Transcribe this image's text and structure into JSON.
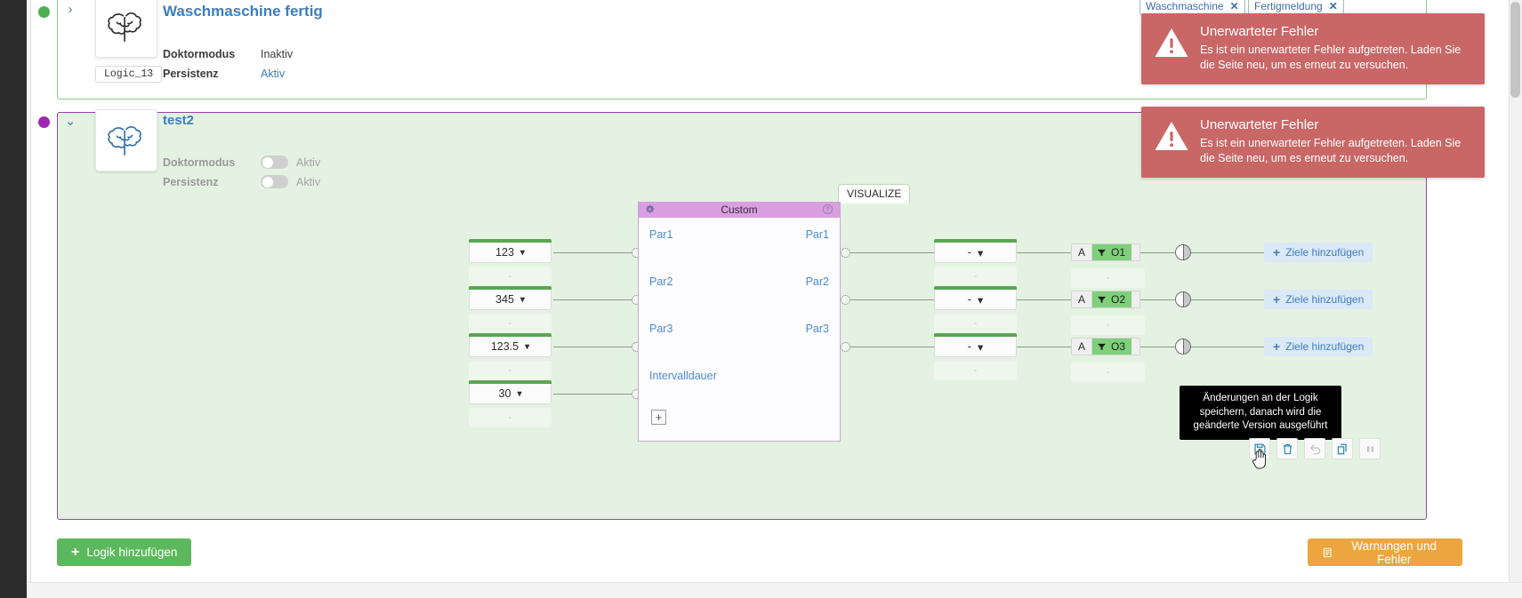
{
  "logic_cards": [
    {
      "title": "Waschmaschine fertig",
      "chip": "Logic_13",
      "status_color": "#4caf50",
      "expanded": false,
      "doctor_label": "Doktormodus",
      "doctor_value": "Inaktiv",
      "persistence_label": "Persistenz",
      "persistence_value": "Aktiv",
      "brain_icon": "brain-icon",
      "chevron": "chevron-right-icon"
    },
    {
      "title": "test2",
      "status_color": "#9c27b0",
      "expanded": true,
      "doctor_label": "Doktormodus",
      "doctor_value": "Aktiv",
      "persistence_label": "Persistenz",
      "persistence_value": "Aktiv",
      "brain_icon": "brain-icon",
      "chevron": "chevron-down-icon"
    }
  ],
  "tags": [
    {
      "label": "Waschmaschine",
      "close": "✕"
    },
    {
      "label": "Fertigmeldung",
      "close": "✕"
    }
  ],
  "toasts": [
    {
      "title": "Unerwarteter Fehler",
      "message": "Es ist ein unerwarteter Fehler aufgetreten. Laden Sie die Seite neu, um es erneut zu versuchen.",
      "icon": "warning-triangle-icon",
      "color": "#c96767"
    },
    {
      "title": "Unerwarteter Fehler",
      "message": "Es ist ein unerwarteter Fehler aufgetreten. Laden Sie die Seite neu, um es erneut zu versuchen.",
      "icon": "warning-triangle-icon",
      "color": "#c96767"
    }
  ],
  "flow": {
    "visualize_tab": "VISUALIZE",
    "custom_block": {
      "title": "Custom",
      "gear_icon": "gear-icon",
      "help_icon": "question-circle-icon",
      "add_icon": "plus-square-icon",
      "header_color": "#d99fe0",
      "inputs": [
        "Par1",
        "Par2",
        "Par3",
        "Intervalldauer"
      ],
      "outputs": [
        "Par1",
        "Par2",
        "Par3"
      ]
    },
    "input_nodes": [
      {
        "value": "123",
        "sub": "-",
        "chevron": "chevron-down-icon"
      },
      {
        "value": "345",
        "sub": "-",
        "chevron": "chevron-down-icon"
      },
      {
        "value": "123.5",
        "sub": "-",
        "chevron": "chevron-down-icon"
      },
      {
        "value": "30",
        "sub": "-",
        "chevron": "chevron-down-icon"
      }
    ],
    "operator_nodes": [
      {
        "value": "-",
        "sub": "-",
        "chevron": "chevron-down-icon"
      },
      {
        "value": "-",
        "sub": "-",
        "chevron": "chevron-down-icon"
      },
      {
        "value": "-",
        "sub": "-",
        "chevron": "chevron-down-icon"
      }
    ],
    "output_badges": [
      {
        "letter": "A",
        "name": "O1",
        "sub": "-",
        "icon": "funnel-icon",
        "color": "#7ed07a"
      },
      {
        "letter": "A",
        "name": "O2",
        "sub": "-",
        "icon": "funnel-icon",
        "color": "#7ed07a"
      },
      {
        "letter": "A",
        "name": "O3",
        "sub": "-",
        "icon": "funnel-icon",
        "color": "#7ed07a"
      }
    ],
    "contrast_toggles": [
      "contrast-half-circle-icon",
      "contrast-half-circle-icon",
      "contrast-half-circle-icon"
    ],
    "add_target_buttons": [
      {
        "label": "Ziele hinzufügen",
        "plus": "+"
      },
      {
        "label": "Ziele hinzufügen",
        "plus": "+"
      },
      {
        "label": "Ziele hinzufügen",
        "plus": "+"
      }
    ]
  },
  "tooltip": {
    "text": "Änderungen an der Logik speichern, danach wird die geänderte Version ausgeführt"
  },
  "toolbar_icons": [
    {
      "name": "save-icon",
      "state": "enabled"
    },
    {
      "name": "trash-icon",
      "state": "enabled"
    },
    {
      "name": "undo-icon",
      "state": "disabled"
    },
    {
      "name": "copy-icon",
      "state": "enabled"
    },
    {
      "name": "pause-icon",
      "state": "disabled"
    }
  ],
  "footer": {
    "add_logic_label": "Logik hinzufügen",
    "add_logic_plus": "+",
    "add_logic_color": "#5cb85c",
    "warnings_label": "Warnungen und Fehler",
    "warnings_icon": "list-document-icon",
    "warnings_color": "#eda63f"
  }
}
